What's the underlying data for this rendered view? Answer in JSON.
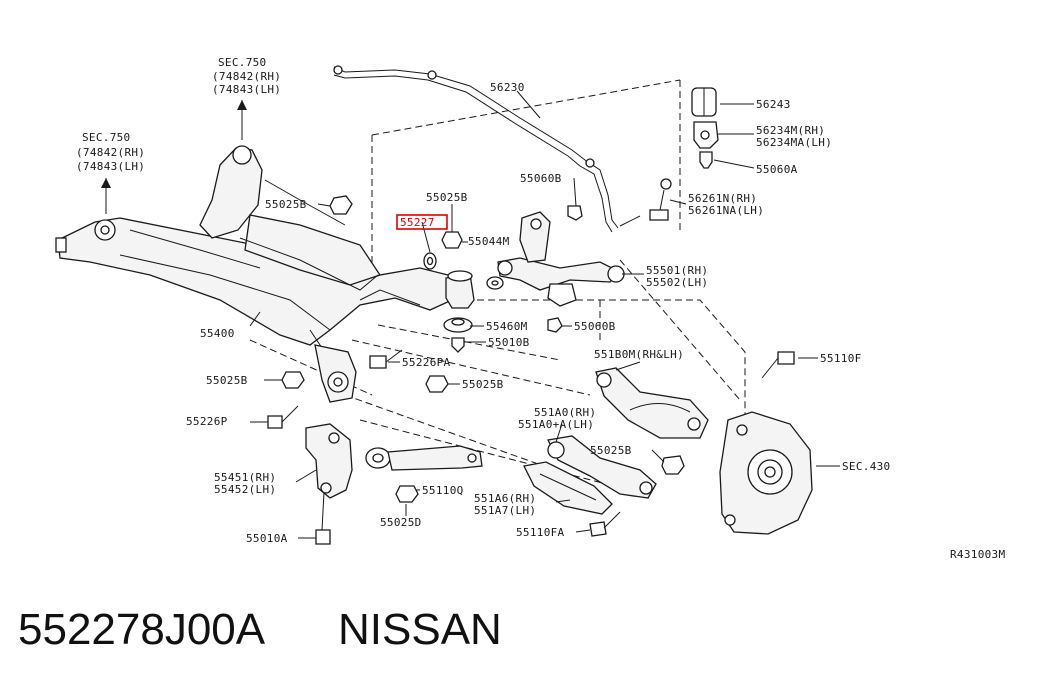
{
  "colors": {
    "line": "#1a1a1a",
    "highlight": "#e00000",
    "background": "#ffffff"
  },
  "labels": {
    "sec750_top_title": "SEC.750",
    "sec750_top_rh": "(74842(RH)",
    "sec750_top_lh": "(74843(LH)",
    "sec750_left_title": "SEC.750",
    "sec750_left_rh": "(74842(RH)",
    "sec750_left_lh": "(74843(LH)",
    "p56230": "56230",
    "p56243": "56243",
    "p56234m_rh": "56234M(RH)",
    "p56234m_lh": "56234MA(LH)",
    "p55060a": "55060A",
    "p55060b_top": "55060B",
    "p56261n_rh": "56261N(RH)",
    "p56261n_lh": "56261NA(LH)",
    "p55025b_a": "55025B",
    "p55025b_b": "55025B",
    "p55227": "55227",
    "p55044m": "55044M",
    "p55501_rh": "55501(RH)",
    "p55502_lh": "55502(LH)",
    "p55400": "55400",
    "p55460m": "55460M",
    "p55060b_mid": "55060B",
    "p55010b": "55010B",
    "p551b0m": "551B0M(RH&LH)",
    "p55110f": "55110F",
    "p55025b_c": "55025B",
    "p55226pa": "55226PA",
    "p55025b_d": "55025B",
    "p551a0_rh": "551A0(RH)",
    "p551a0_lh": "551A0+A(LH)",
    "p55226p": "55226P",
    "p55025b_e": "55025B",
    "sec430": "SEC.430",
    "p55451_rh": "55451(RH)",
    "p55452_lh": "55452(LH)",
    "p55110q": "55110Q",
    "p551a6_rh": "551A6(RH)",
    "p551a7_lh": "551A7(LH)",
    "p55025d": "55025D",
    "p55010a": "55010A",
    "p55110fa": "55110FA",
    "ref_code": "R431003M"
  },
  "caption": {
    "part_number": "552278J00A",
    "brand": "NISSAN"
  }
}
